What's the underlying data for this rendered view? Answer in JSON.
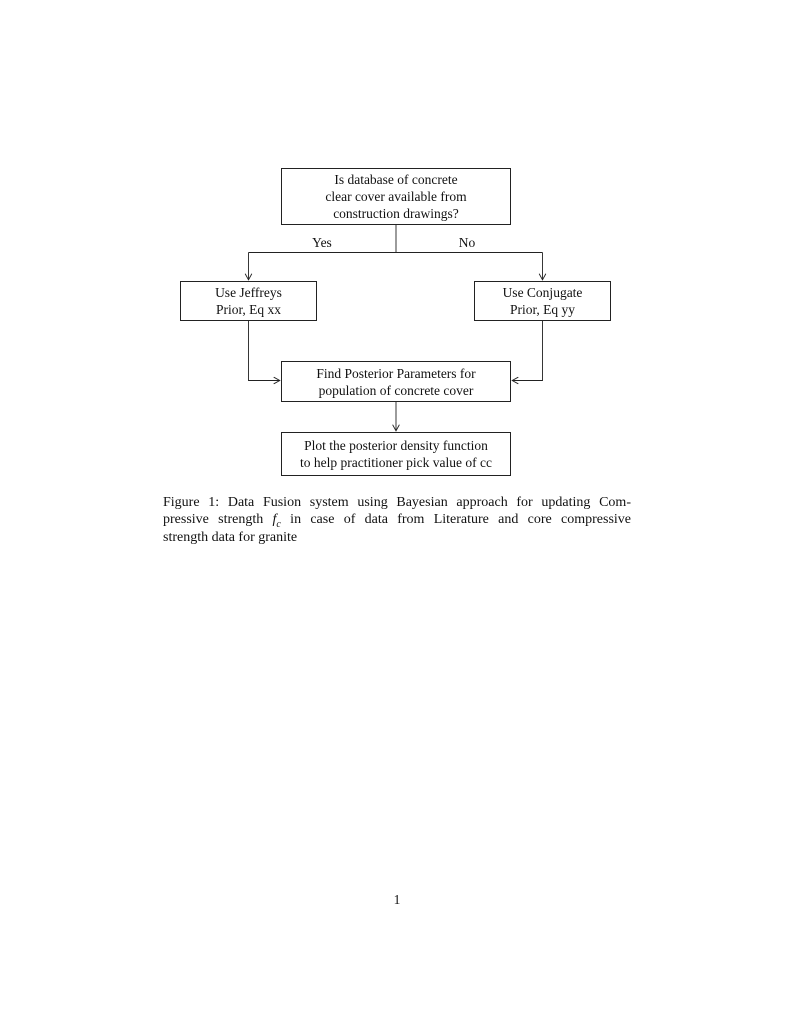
{
  "page": {
    "number": "1"
  },
  "flowchart": {
    "nodes": {
      "question": "Is database of concrete\nclear cover available from\nconstruction drawings?",
      "jeffreys": "Use Jeffreys\nPrior, Eq xx",
      "conjugate": "Use Conjugate\nPrior, Eq yy",
      "posterior": "Find Posterior Parameters for\npopulation of concrete cover",
      "plot": "Plot the posterior density function\nto help practitioner pick value of cc"
    },
    "edge_labels": {
      "yes": "Yes",
      "no": "No"
    }
  },
  "caption": {
    "line1": "Figure 1: Data Fusion system using Bayesian approach for updating Com-",
    "line2_pre": "pressive strength ",
    "math_symbol": "f",
    "math_subscript": "c",
    "line2_post": " in case of data from Literature and core compressive",
    "line3": "strength data for granite"
  },
  "colors": {
    "ink": "#111111",
    "line": "#222222",
    "background": "#ffffff"
  }
}
